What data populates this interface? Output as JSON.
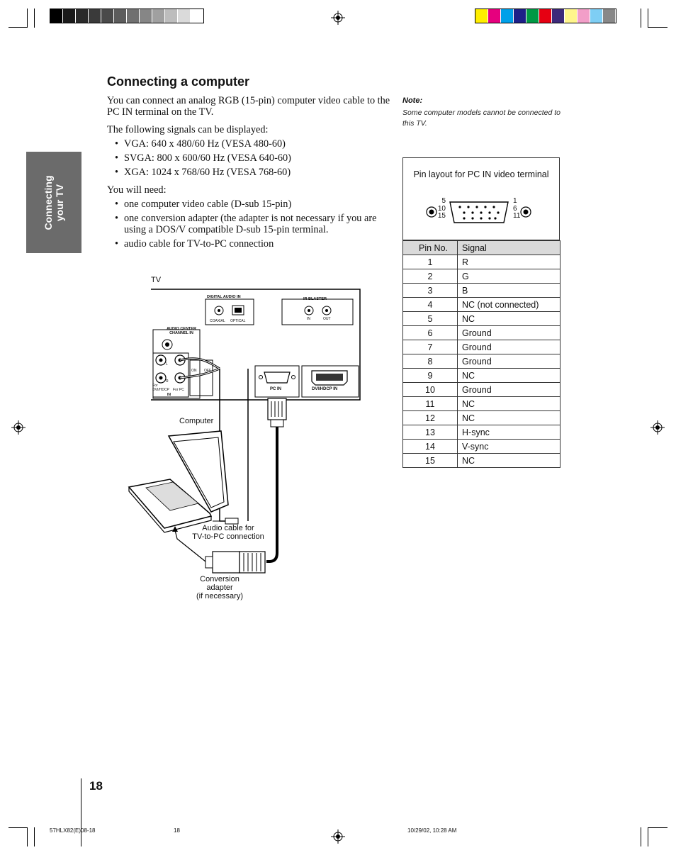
{
  "side_tab": {
    "line1": "Connecting",
    "line2": "your TV"
  },
  "title": "Connecting a computer",
  "intro": "You can connect an analog RGB (15-pin) computer video cable to the PC IN terminal on the TV.",
  "signals_intro": "The following signals can be displayed:",
  "signals": [
    "VGA: 640 x 480/60 Hz (VESA 480-60)",
    "SVGA: 800 x 600/60 Hz (VESA 640-60)",
    "XGA: 1024 x 768/60 Hz (VESA 768-60)"
  ],
  "need_intro": "You will need:",
  "needs": [
    "one computer video cable (D-sub 15-pin)",
    "one conversion adapter (the adapter is not necessary if you are using a DOS/V compatible D-sub 15-pin terminal.",
    "audio cable for TV-to-PC connection"
  ],
  "note": {
    "title": "Note:",
    "text": "Some computer models cannot be connected to this TV."
  },
  "pin_layout": {
    "caption": "Pin layout for PC IN video terminal",
    "left_nums": [
      "5",
      "10",
      "15"
    ],
    "right_nums": [
      "1",
      "6",
      "11"
    ]
  },
  "pin_table": {
    "headers": [
      "Pin No.",
      "Signal"
    ],
    "rows": [
      [
        "1",
        "R"
      ],
      [
        "2",
        "G"
      ],
      [
        "3",
        "B"
      ],
      [
        "4",
        "NC (not connected)"
      ],
      [
        "5",
        "NC"
      ],
      [
        "6",
        "Ground"
      ],
      [
        "7",
        "Ground"
      ],
      [
        "8",
        "Ground"
      ],
      [
        "9",
        "NC"
      ],
      [
        "10",
        "Ground"
      ],
      [
        "11",
        "NC"
      ],
      [
        "12",
        "NC"
      ],
      [
        "13",
        "H-sync"
      ],
      [
        "14",
        "V-sync"
      ],
      [
        "15",
        "NC"
      ]
    ]
  },
  "diagram": {
    "tv_label": "TV",
    "digital_audio_in": "DIGITAL AUDIO IN",
    "coaxial": "COAXIAL",
    "optical": "OPTICAL",
    "ir_blaster": "IR BLASTER",
    "ir_in": "IN",
    "ir_out": "OUT",
    "audio_center_channel_in": "AUDIO CENTER CHANNEL IN",
    "l": "L",
    "r": "R",
    "on": "ON",
    "off": "OFF",
    "for_dvi": "For DVI/HDCP",
    "for_pc": "For PC",
    "in": "IN",
    "pc_in": "PC IN",
    "dvi_hdcp_in": "DVI/HDCP IN",
    "computer": "Computer",
    "audio_cable": [
      "Audio cable for",
      "TV-to-PC connection"
    ],
    "conversion_adapter": [
      "Conversion",
      "adapter",
      "(if necessary)"
    ]
  },
  "page_number": "18",
  "footer": {
    "left": "57HLX82(E)08-18",
    "mid": "18",
    "right": "10/29/02, 10:28 AM"
  },
  "colors": {
    "tab_gray": "#6b6b6b",
    "grayscale_bar": [
      "#000000",
      "#1a1a1a",
      "#2a2a2a",
      "#3a3a3a",
      "#4a4a4a",
      "#5c5c5c",
      "#707070",
      "#868686",
      "#a0a0a0",
      "#bdbdbd",
      "#dadada",
      "#ffffff"
    ],
    "color_bar": [
      "#ffee00",
      "#e6007e",
      "#00a0e9",
      "#1d2088",
      "#009944",
      "#e60012",
      "#3d2a7a",
      "#fff58c",
      "#f29ec8",
      "#7ecef4",
      "#888888"
    ]
  }
}
